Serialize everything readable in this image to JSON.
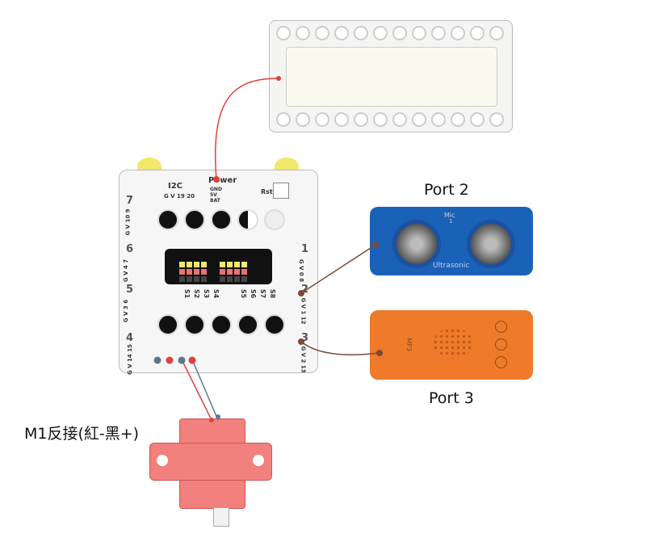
{
  "labels": {
    "port2": "Port 2",
    "port3": "Port 3",
    "motor": "M1反接(紅-黑+)"
  },
  "main_board": {
    "i2c": "I2C",
    "i2c_pins": "G V 19 20",
    "power": "Power",
    "power_pins": [
      "GND",
      "5V",
      "BAT"
    ],
    "rst": "Rst",
    "ports": [
      {
        "num": "1",
        "pins": "G V 0 8"
      },
      {
        "num": "2",
        "pins": "G V 1 12"
      },
      {
        "num": "3",
        "pins": "G V 2 13"
      },
      {
        "num": "4",
        "pins": "G V 14 15"
      },
      {
        "num": "5",
        "pins": "G V 3 6"
      },
      {
        "num": "6",
        "pins": "G V 4 7"
      },
      {
        "num": "7",
        "pins": "G V 10 9"
      }
    ],
    "servo_labels": [
      "S1",
      "S2",
      "S3",
      "S4",
      "S5",
      "S6",
      "S7",
      "S8"
    ]
  },
  "ultrasonic": {
    "mic": "Mic",
    "mic_sub": "1",
    "name": "Ultrasonic"
  },
  "mp3": {
    "name": "MP3"
  },
  "colors": {
    "ultrasonic": "#1a62b8",
    "mp3": "#ef7a2a",
    "servo": "#f2807c",
    "wire_red": "#e0403a",
    "wire_brown": "#7a4a3a",
    "wire_gray": "#5a7a8a"
  }
}
